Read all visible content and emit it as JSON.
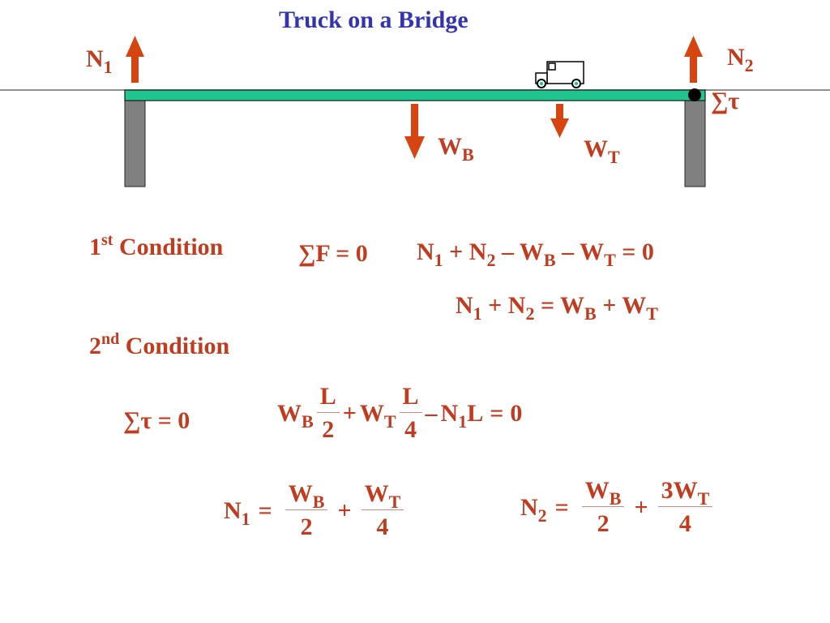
{
  "title": "Truck on a Bridge",
  "colors": {
    "title": "#3333b3",
    "text": "#c23b1e",
    "arrow": "#d64510",
    "beam": "#1fc48f",
    "pillar": "#808080"
  },
  "diagram": {
    "n1": {
      "base": "N",
      "sub": "1"
    },
    "n2": {
      "base": "N",
      "sub": "2"
    },
    "wb": {
      "base": "W",
      "sub": "B"
    },
    "wt": {
      "base": "W",
      "sub": "T"
    },
    "torque_label": "∑τ"
  },
  "conditions": {
    "first": {
      "num": "1",
      "sup": "st",
      "text": "Condition"
    },
    "second": {
      "num": "2",
      "sup": "nd",
      "text": "Condition"
    }
  },
  "equations": {
    "sum_f": "∑F = 0",
    "sum_tau": "∑τ = 0",
    "ops": {
      "plus": "+",
      "minus": "–",
      "eq": "=",
      "zero": "0"
    },
    "frac_L": "L",
    "d2": "2",
    "d4": "4",
    "three_wt": "3W",
    "n1L": "L"
  }
}
